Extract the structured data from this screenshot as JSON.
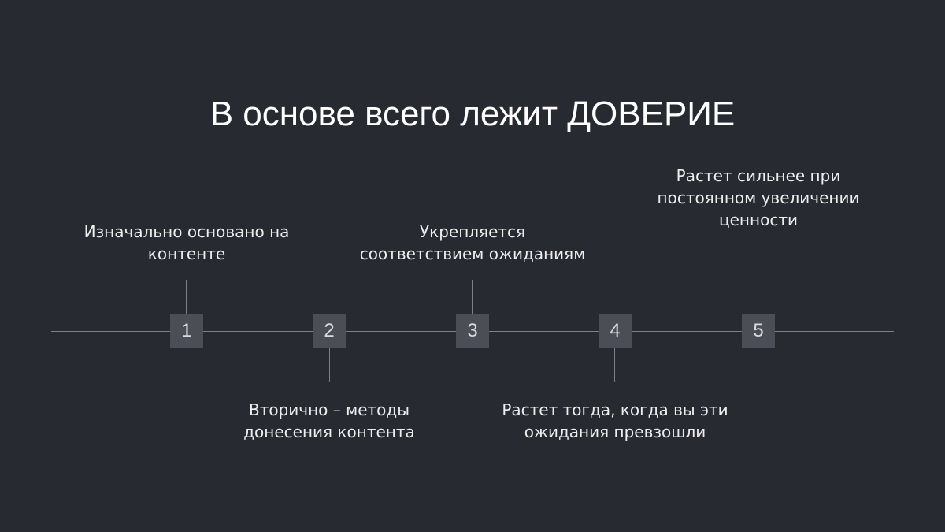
{
  "title": "В основе всего лежит ДОВЕРИЕ",
  "steps": [
    {
      "number": "1",
      "lines": [
        "Изначально основано на",
        "контенте"
      ]
    },
    {
      "number": "2",
      "lines": [
        "Вторично – методы",
        "донесения контента"
      ]
    },
    {
      "number": "3",
      "lines": [
        "Укрепляется",
        "соответствием ожиданиям"
      ]
    },
    {
      "number": "4",
      "lines": [
        "Растет тогда, когда вы эти",
        "ожидания превзошли"
      ]
    },
    {
      "number": "5",
      "lines": [
        "Растет сильнее при",
        "постоянном увеличении",
        "ценности"
      ]
    }
  ],
  "colors": {
    "background": "#282a31",
    "line": "#7d8088",
    "marker": "#4b4e56",
    "text": "#eeeeee"
  }
}
